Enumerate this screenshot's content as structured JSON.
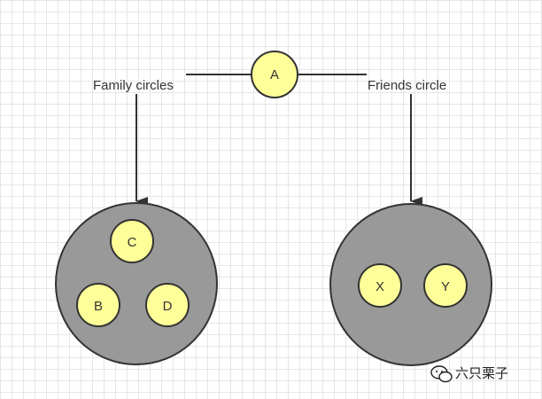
{
  "labels": {
    "left_edge": "Family circles",
    "right_edge": "Friends circle"
  },
  "nodes": {
    "a": "A",
    "b": "B",
    "c": "C",
    "d": "D",
    "x": "X",
    "y": "Y"
  },
  "watermark": "六只栗子",
  "colors": {
    "node_fill": "#ffff99",
    "group_fill": "#999999",
    "stroke": "#333333"
  }
}
